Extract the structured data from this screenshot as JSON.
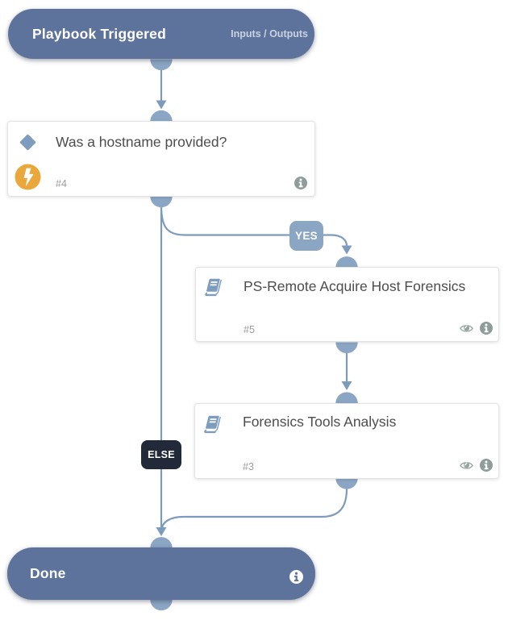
{
  "diagram": {
    "type": "playbook-workflow",
    "nodes": {
      "start": {
        "title": "Playbook Triggered",
        "link": "Inputs / Outputs"
      },
      "condition": {
        "title": "Was a hostname provided?",
        "id": "#4"
      },
      "task_yes": {
        "title": "PS-Remote Acquire Host Forensics",
        "id": "#5"
      },
      "task_analysis": {
        "title": "Forensics Tools Analysis",
        "id": "#3"
      },
      "done": {
        "title": "Done"
      }
    },
    "edges": {
      "yes_label": "YES",
      "else_label": "ELSE"
    },
    "icons": {
      "start_end_info": "info-circle-icon",
      "condition_type": "diamond-condition-icon",
      "condition_trigger": "lightning-bolt-icon",
      "task_type": "playbook-book-icon",
      "preview": "eye-icon",
      "details": "info-circle-icon"
    },
    "colors": {
      "node_header_bg": "#5e739c",
      "node_header_text": "#ffffff",
      "node_header_subtext": "#c9d2e2",
      "connector_line": "#7d9cbc",
      "connector_endpoint": "#8ba6c4",
      "yes_badge_bg": "#8ba6c2",
      "else_badge_bg": "#222938",
      "card_bg": "#ffffff",
      "card_border": "#e3e3e3",
      "card_title_text": "#4d4d4d",
      "task_id_text": "#9b9b9b",
      "condition_icon": "#7e9dbe",
      "book_icon": "#7e9dbe",
      "bolt_circle": "#eaa83c",
      "grey_icon": "#8f9d9a"
    }
  }
}
